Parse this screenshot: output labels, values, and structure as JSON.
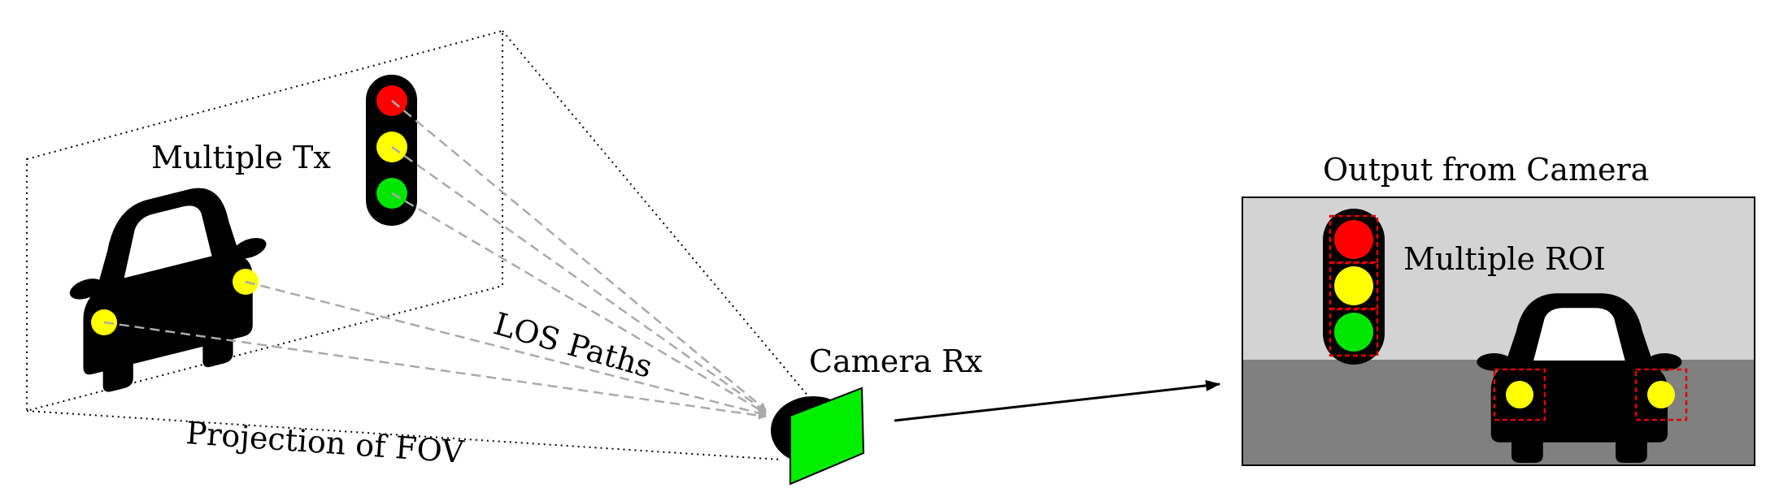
{
  "labels": {
    "multiple_tx": "Multiple Tx",
    "los_paths": "LOS Paths",
    "projection_fov": "Projection of FOV",
    "camera_rx": "Camera Rx",
    "output_title": "Output from Camera",
    "multiple_roi": "Multiple ROI"
  },
  "colors": {
    "red_light": "#ff0000",
    "yellow_light": "#ffff00",
    "green_light": "#00e600",
    "camera_sensor": "#00ee00",
    "output_sky": "#d3d3d3",
    "output_road": "#808080",
    "roi_box": "#e00000",
    "los_path": "#aaaaaa"
  },
  "icons": [
    "car-icon",
    "traffic-light-icon",
    "camera-icon",
    "arrow-icon"
  ]
}
